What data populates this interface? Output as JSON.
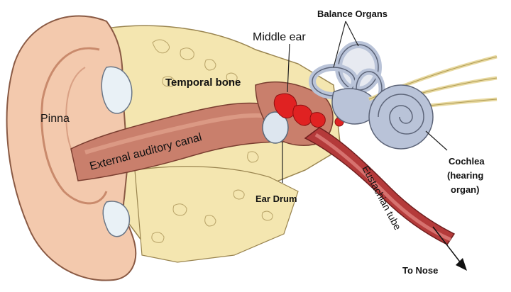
{
  "labels": {
    "pinna": "Pinna",
    "external_auditory_canal": "External auditory canal",
    "temporal_bone": "Temporal bone",
    "middle_ear": "Middle ear",
    "balance_organs": "Balance Organs",
    "cochlea_line1": "Cochlea",
    "cochlea_line2": "(hearing",
    "cochlea_line3": "organ)",
    "ear_drum": "Ear Drum",
    "eustachian_tube": "Eustachian tube",
    "to_nose": "To Nose"
  },
  "colors": {
    "skin": "#f3c9ad",
    "skin_shadow": "#e3a98b",
    "skin_outline": "#8a5a44",
    "bone": "#f4e6b0",
    "bone_dark": "#d9c689",
    "canal": "#c97f6c",
    "canal_light": "#e2a48f",
    "cartilage": "#e9f1f6",
    "inner_ear": "#b9c3d8",
    "inner_ear_outline": "#5c6478",
    "ossicles": "#e02222",
    "tube": "#b43a3a",
    "tube_light": "#e48a86",
    "eardrum": "#dde6ef"
  }
}
